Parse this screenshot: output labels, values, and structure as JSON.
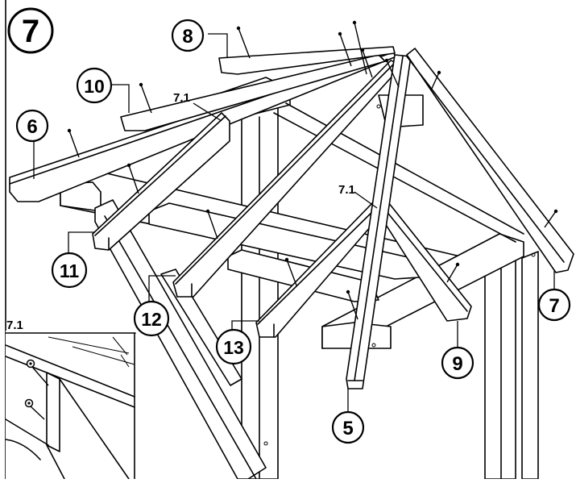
{
  "step": {
    "number": "7"
  },
  "callouts": {
    "c5": "5",
    "c6": "6",
    "c7": "7",
    "c8": "8",
    "c9": "9",
    "c10": "10",
    "c11": "11",
    "c12": "12",
    "c13": "13"
  },
  "labels": {
    "detail_ref_upper": "7.1",
    "detail_ref_lower": "7.1",
    "inset_title": "7.1"
  },
  "colors": {
    "line": "#000000",
    "background": "#ffffff"
  }
}
